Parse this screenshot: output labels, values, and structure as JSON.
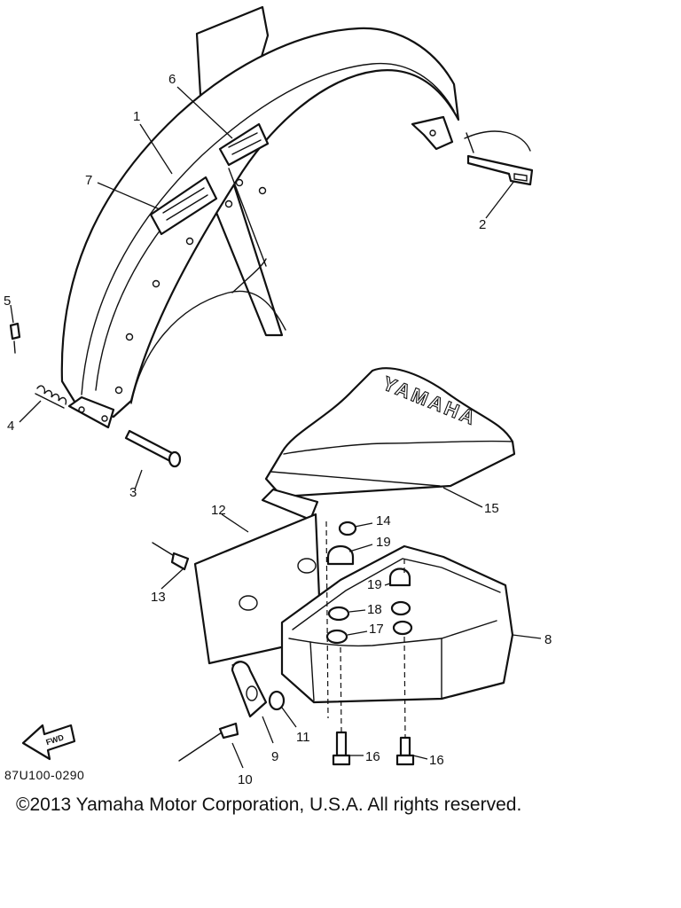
{
  "diagram": {
    "code": "87U100-0290",
    "copyright": "©2013 Yamaha Motor Corporation, U.S.A. All rights reserved.",
    "brand_embossing": "YAMAHA",
    "direction_arrow_label": "FWD",
    "callouts": [
      {
        "id": "1",
        "label": "1"
      },
      {
        "id": "2",
        "label": "2"
      },
      {
        "id": "3",
        "label": "3"
      },
      {
        "id": "4",
        "label": "4"
      },
      {
        "id": "5",
        "label": "5"
      },
      {
        "id": "6",
        "label": "6"
      },
      {
        "id": "7",
        "label": "7"
      },
      {
        "id": "8",
        "label": "8"
      },
      {
        "id": "9",
        "label": "9"
      },
      {
        "id": "10",
        "label": "10"
      },
      {
        "id": "11",
        "label": "11"
      },
      {
        "id": "12",
        "label": "12"
      },
      {
        "id": "13",
        "label": "13"
      },
      {
        "id": "14",
        "label": "14"
      },
      {
        "id": "15",
        "label": "15"
      },
      {
        "id": "16a",
        "label": "16"
      },
      {
        "id": "16b",
        "label": "16"
      },
      {
        "id": "17",
        "label": "17"
      },
      {
        "id": "18",
        "label": "18"
      },
      {
        "id": "19a",
        "label": "19"
      },
      {
        "id": "19b",
        "label": "19"
      }
    ]
  }
}
